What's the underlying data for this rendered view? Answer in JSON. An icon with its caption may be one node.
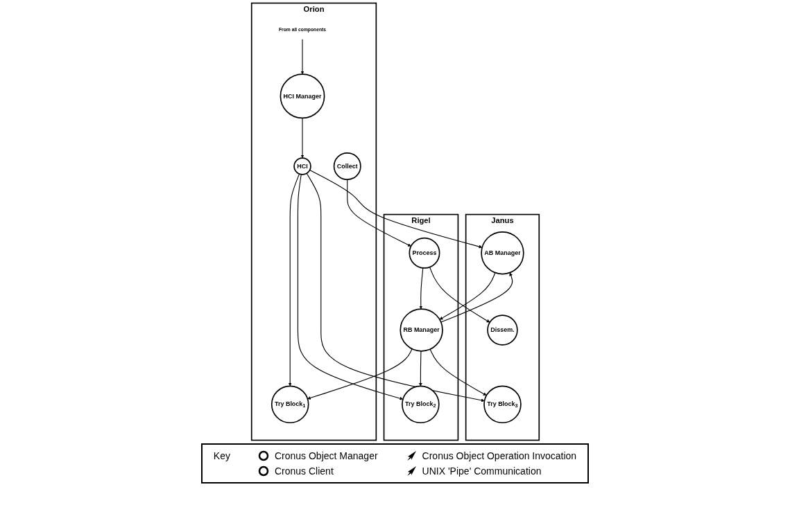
{
  "diagram": {
    "nodes": [
      {
        "text": [
          "Orion"
        ]
      },
      {
        "text": [
          "Collect"
        ],
        "in": 0
      },
      {
        "text": [
          "HCI Manager"
        ],
        "in": 0
      },
      {
        "text": [
          "HCI"
        ],
        "in": 0
      },
      {
        "text": [
          "Try Block$_{1}$"
        ],
        "in": 0
      },
      {
        "text": [
          "From all components"
        ],
        "in": 0
      },
      {
        "text": [
          "Rigel"
        ]
      },
      {
        "text": [
          "Process"
        ],
        "in": 6
      },
      {
        "text": [
          "RB Manager"
        ],
        "in": 6
      },
      {
        "text": [
          "Try Block$_{2}$"
        ],
        "in": 6
      },
      {
        "text": [
          "Janus"
        ]
      },
      {
        "text": [
          "Dissem."
        ],
        "in": 10
      },
      {
        "text": [
          "AB Manager"
        ],
        "in": 10
      },
      {
        "text": [
          "Try Block$_{3}$"
        ],
        "in": 10
      }
    ],
    "edges": [
      {
        "from": 1,
        "to": 7,
        "arrow": "to"
      },
      {
        "from": 7,
        "to": 11,
        "arrow": "to"
      },
      {
        "from": 7,
        "to": 8,
        "arrow": "to"
      },
      {
        "from": 5,
        "to": 2,
        "arrow": "to"
      },
      {
        "from": 2,
        "to": 3,
        "arrow": "to"
      },
      {
        "from": 12,
        "to": 8,
        "arrow": "to"
      },
      {
        "from": 8,
        "to": 12,
        "arrow": "to"
      },
      {
        "from": 8,
        "to": 4,
        "arrow": "to"
      },
      {
        "from": 8,
        "to": 9,
        "arrow": "to"
      },
      {
        "from": 8,
        "to": 13,
        "arrow": "to"
      },
      {
        "from": 3,
        "to": 4,
        "arrow": "to"
      },
      {
        "from": 3,
        "to": 9,
        "arrow": "to"
      },
      {
        "from": 3,
        "to": 13,
        "arrow": "to"
      },
      {
        "from": 3,
        "to": 12,
        "arrow": "to"
      }
    ],
    "labels": [
      "Key"
    ],
    "legend": [
      {
        "text": "Cronus Object Manager"
      },
      {
        "text": "Cronus Object Operation Invocation"
      },
      {
        "text": "Cronus Client"
      },
      {
        "text": "UNIX 'Pipe' Communication"
      }
    ]
  }
}
